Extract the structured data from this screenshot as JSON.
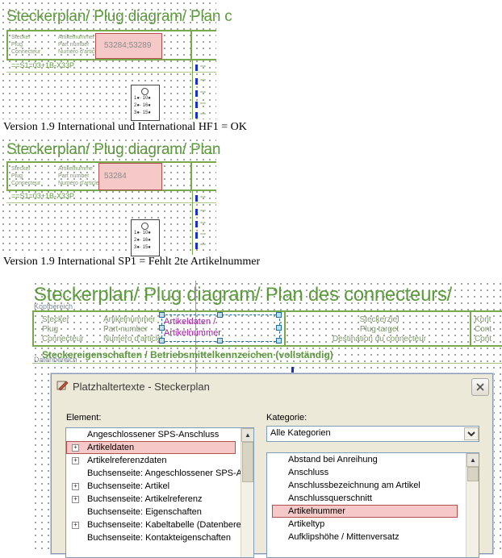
{
  "top_shot": {
    "title": "Steckerplan/ Plug diagram/ Plan c",
    "header_labels": [
      "Stecker",
      "Plug",
      "Connecteur"
    ],
    "header_sub_labels": [
      "Artikelnummer",
      "Part number",
      "Numéro d'article"
    ],
    "article_value": "53284;53289",
    "connector_id": "==S1=03+1B-X33P",
    "pins": [
      "1●· 10●",
      "2●· 16●",
      "3●· 15●"
    ],
    "wire_marks": [
      "==",
      "==",
      "==",
      "==",
      "=="
    ]
  },
  "caption1": "Version 1.9 International und International HF1 = OK",
  "mid_shot": {
    "title": "Steckerplan/ Plug diagram/ Plan",
    "header_labels": [
      "Stecker",
      "Plug",
      "Connecteur"
    ],
    "header_sub_labels": [
      "Artikelnumme",
      "Part number",
      "Numéro d'article"
    ],
    "article_value": "53284",
    "connector_id": "==S1=03+1B-X33P",
    "pins": [
      "1●· 10●",
      "2●· 16●",
      "3●· 15●"
    ],
    "wire_marks": [
      "==",
      "==",
      "==",
      "==",
      "=="
    ]
  },
  "caption2": "Version 1.9 International SP1 = Fehlt 2te Artikelnummer",
  "big_shot": {
    "title": "Steckerplan/ Plug diagram/ Plan des connecteurs/",
    "kopfbereich": "Kopfbereich",
    "datenbereich": "Datenbereich",
    "header_labels": [
      "Stecker",
      "Plug",
      "Connecteur"
    ],
    "header_sub_labels": [
      "Artikelnummer",
      "Part number",
      "Numéro d'article"
    ],
    "placeholder_line1": "Artikeldaten /",
    "placeholder_line2": "Artikelnummer",
    "target_labels": [
      "Steckerziel",
      "Plug target",
      "Destination du connecteur"
    ],
    "right_labels": [
      "Kont",
      "Cont",
      "Cont"
    ],
    "properties_line": "Steckereigenschaften / Betriebsmittelkennzeichen (vollständig)"
  },
  "dialog": {
    "title": "Platzhaltertexte - Steckerplan",
    "element_label": "Element:",
    "kategorie_label": "Kategorie:",
    "kategorie_selected": "Alle Kategorien",
    "elements": [
      {
        "label": "Angeschlossener SPS-Anschluss",
        "expandable": false,
        "selected": false
      },
      {
        "label": "Artikeldaten",
        "expandable": true,
        "selected": true
      },
      {
        "label": "Artikelreferenzdaten",
        "expandable": true,
        "selected": false
      },
      {
        "label": "Buchsenseite: Angeschlossener SPS-An",
        "expandable": false,
        "selected": false
      },
      {
        "label": "Buchsenseite: Artikel",
        "expandable": true,
        "selected": false
      },
      {
        "label": "Buchsenseite: Artikelreferenz",
        "expandable": true,
        "selected": false
      },
      {
        "label": "Buchsenseite: Eigenschaften",
        "expandable": false,
        "selected": false
      },
      {
        "label": "Buchsenseite: Kabeltabelle (Datenberei",
        "expandable": true,
        "selected": false
      },
      {
        "label": "Buchsenseite: Kontakteigenschaften",
        "expandable": false,
        "selected": false
      }
    ],
    "categories": [
      {
        "label": "Abstand bei Anreihung",
        "selected": false
      },
      {
        "label": "Anschluss",
        "selected": false
      },
      {
        "label": "Anschlussbezeichnung am Artikel",
        "selected": false
      },
      {
        "label": "Anschlussquerschnitt",
        "selected": false
      },
      {
        "label": "Artikelnummer",
        "selected": true
      },
      {
        "label": "Artikeltyp",
        "selected": false
      },
      {
        "label": "Aufklipshöhe / Mittenversatz",
        "selected": false
      }
    ],
    "icons": {
      "close": "close-icon",
      "app": "app-icon",
      "dropdown": "chevron-down-icon"
    }
  }
}
